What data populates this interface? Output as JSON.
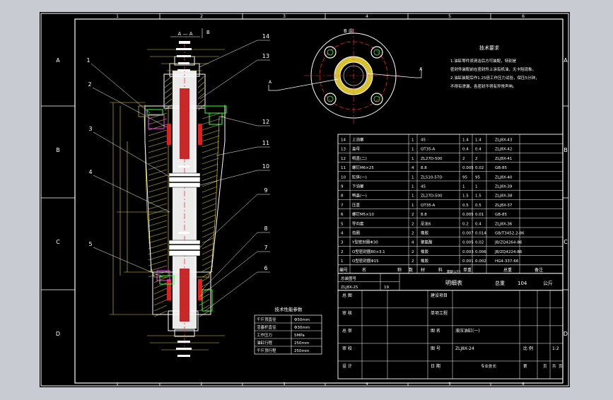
{
  "zone_letters": [
    "A",
    "B",
    "C",
    "D"
  ],
  "zone_numbers": [
    "1",
    "2",
    "3",
    "4",
    "5",
    "6"
  ],
  "section_label": "A — A",
  "view_b_label": "B 向",
  "arrow_b": "B",
  "arrow_a": "A",
  "balloons": [
    "1",
    "2",
    "3",
    "4",
    "5",
    "6",
    "7",
    "8",
    "9",
    "10",
    "11",
    "12",
    "13",
    "14"
  ],
  "tech_req": {
    "title": "技术要求",
    "lines": [
      "1.油缸零件须清洁后方可装配，特别是",
      "密封件装配前在密封件上涂有机油，无卡阻现象。",
      "2.油缸装配后作1.25倍工作压力试验，保压5分钟，",
      "不得有渗漏，各密封不得有异常声响。"
    ]
  },
  "perf": {
    "title": "技术性能参数",
    "rows": [
      [
        "千斤顶直径",
        "Φ50mm"
      ],
      [
        "活塞杆直径",
        "Φ30mm"
      ],
      [
        "工作压力",
        "5MPa"
      ],
      [
        "油缸行程",
        "250mm"
      ],
      [
        "千斤顶行程",
        "250mm"
      ]
    ]
  },
  "bom": {
    "rows": [
      [
        "14",
        "上油塞",
        "1",
        "45",
        "1.4",
        "1.4",
        "ZLJ8X-43"
      ],
      [
        "13",
        "盖母",
        "1",
        "QT35-A",
        "0.4",
        "0.4",
        "ZLJ8X-42"
      ],
      [
        "12",
        "鸭盖(二)",
        "1",
        "ZL27D-500",
        "2",
        "2",
        "ZLJ8X-41"
      ],
      [
        "11",
        "螺钉M6×25",
        "4",
        "8.8",
        "0.005",
        "0.02",
        "GB-85"
      ],
      [
        "10",
        "缸体(一)",
        "1",
        "ZL510-57D",
        "95",
        "95",
        "ZLJ8X-40"
      ],
      [
        "9",
        "下油塞",
        "1",
        "45",
        "1",
        "1",
        "ZLJ8X-39"
      ],
      [
        "8",
        "鸭盖(一)",
        "1",
        "ZL27D-500",
        "1.5",
        "1.5",
        "ZLJ8X-38"
      ],
      [
        "7",
        "压盖",
        "1",
        "QT35-A",
        "0.5",
        "0.5",
        "ZLJ8X-37"
      ],
      [
        "6",
        "螺钉M5×10",
        "2",
        "8.8",
        "0.005",
        "0.01",
        "GB-85"
      ],
      [
        "5",
        "导向套",
        "2",
        "尼龙6",
        "0.2",
        "0.4",
        "ZLJ8X-36"
      ],
      [
        "4",
        "挡圈",
        "2",
        "橡胶",
        "0.007",
        "0.014",
        "GB/T3452.2-86"
      ],
      [
        "3",
        "Y型密封圈Φ30",
        "4",
        "聚氨酯",
        "0.005",
        "0.02",
        "JB/ZQ4264-86"
      ],
      [
        "2",
        "O型密封圈80×3.1",
        "2",
        "橡胶",
        "0.003",
        "0.006",
        "JB/ZQ4224-86"
      ],
      [
        "1",
        "O型密封圈Φ15",
        "2",
        "橡胶",
        "0.001",
        "0.002",
        "HG4-337-66"
      ]
    ],
    "header": [
      "编号",
      "名",
      "称",
      "数",
      "材",
      "料",
      "单重",
      "总重",
      "备注"
    ],
    "header_kg": "重量(公斤)",
    "spec_label": "明细表",
    "total_label": "总重",
    "total_value": "104",
    "unit": "公斤"
  },
  "assembly": {
    "label": "总装图号",
    "code": "ZLJ8X-25",
    "qty": "19"
  },
  "title_block": {
    "left": [
      [
        "总 图",
        "",
        ""
      ],
      [
        "审 核",
        "",
        ""
      ],
      [
        "总 审",
        "",
        ""
      ],
      [
        "审 校",
        "",
        ""
      ],
      [
        "设 计",
        "",
        ""
      ]
    ],
    "right": [
      [
        "建设项目",
        ""
      ],
      [
        "单项工程",
        ""
      ],
      [
        "图  名",
        "液压油缸(一)"
      ],
      [
        "图  号",
        "ZLJ8X-24"
      ],
      [
        "日  期",
        ""
      ]
    ],
    "scale_label": "比 例",
    "scale": "1:2",
    "footer": [
      "专业处长",
      "第",
      "页",
      "共",
      "页"
    ]
  }
}
